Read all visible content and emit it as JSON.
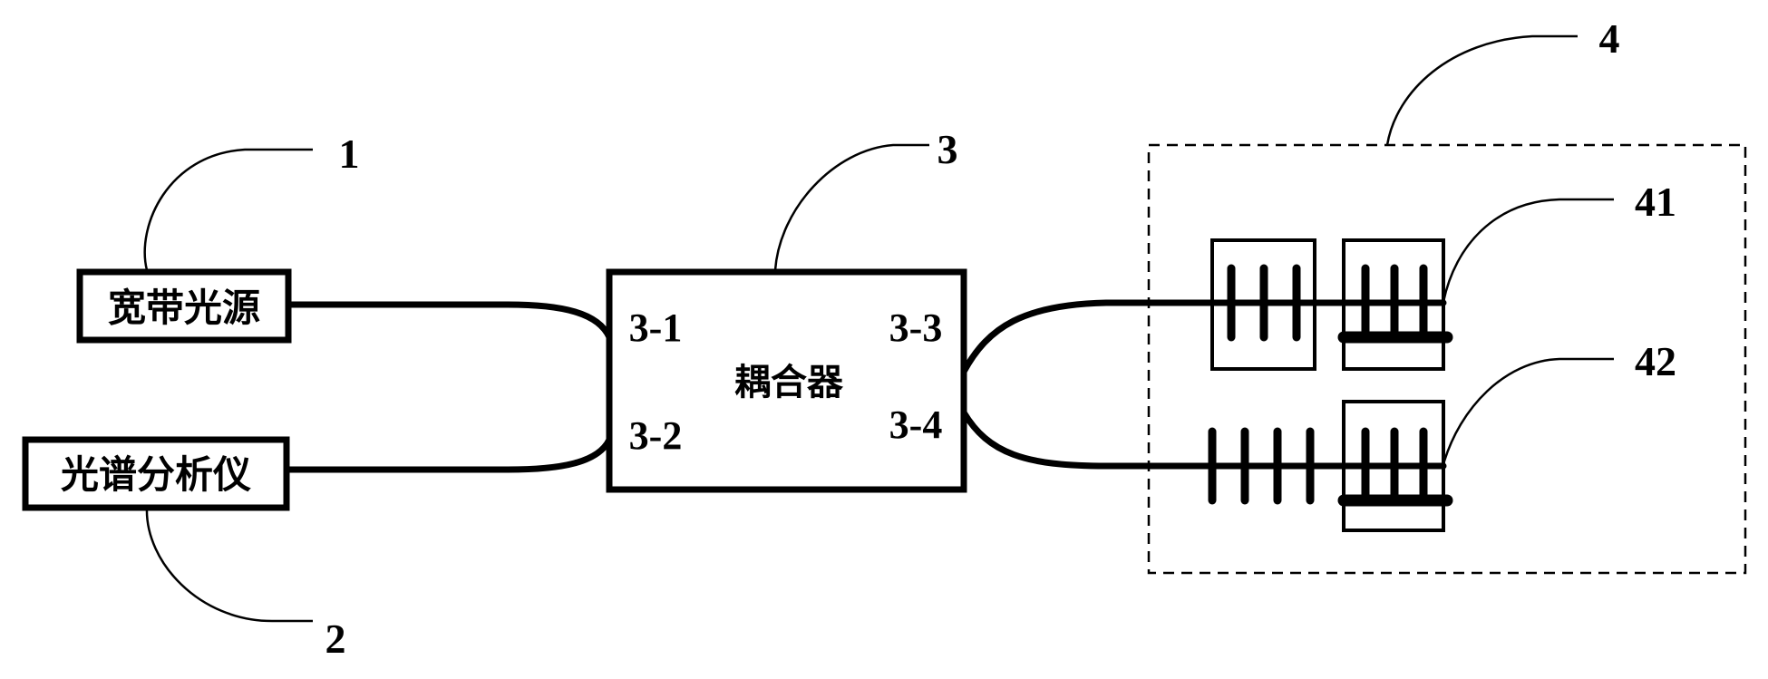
{
  "components": {
    "broadband_source": {
      "label": "宽带光源",
      "ref": "1"
    },
    "spectrum_analyzer": {
      "label": "光谱分析仪",
      "ref": "2"
    },
    "coupler": {
      "label": "耦合器",
      "ref": "3",
      "ports": {
        "p1": "3-1",
        "p2": "3-2",
        "p3": "3-3",
        "p4": "3-4"
      }
    },
    "sensing_unit": {
      "ref": "4",
      "grating_a_ref": "41",
      "grating_b_ref": "42"
    }
  }
}
